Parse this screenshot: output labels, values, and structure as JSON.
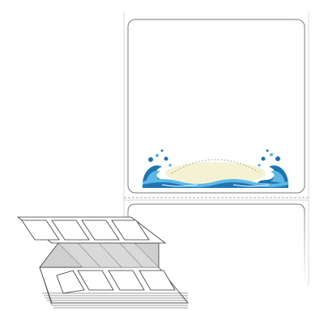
{
  "colors": {
    "background": "#ffffff",
    "liner": "#d8d8d8",
    "label_border": "#7a7a7a",
    "perforation": "#a8a8a8",
    "stack_line": "#3a3a3a",
    "fold_shade": "#cfcfcf",
    "wave_dark": "#1f74b4",
    "wave_light": "#5db8e6",
    "sand": "#f4f1d4",
    "arc_dots": "#8fbf6a"
  },
  "icons": {
    "top_label": "blank-label-icon",
    "second_label": "blank-label-icon",
    "fanfold_stack": "fanfold-labels-icon",
    "wave_decoration": "wave-splash-icon"
  },
  "label_counts": {
    "labels_visible_on_roll": 2,
    "fanfold_top_row_labels": 4,
    "fanfold_bottom_row_labels": 4
  }
}
